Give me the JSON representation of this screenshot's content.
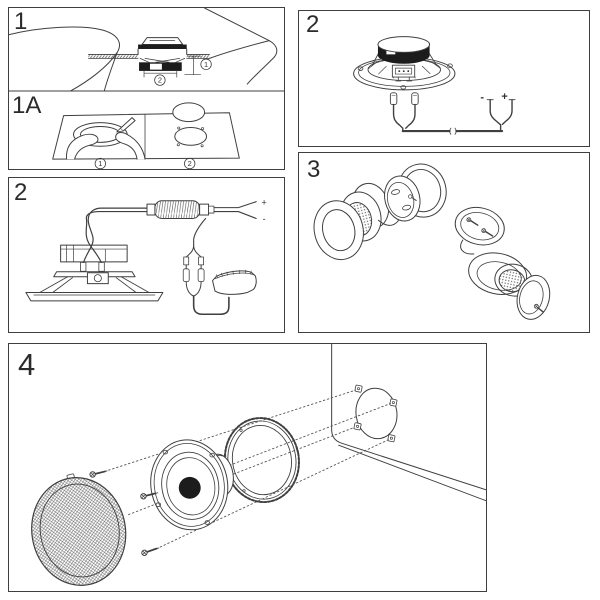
{
  "colors": {
    "line": "#3f3f3f",
    "dark_fill": "#1c1c1c",
    "background": "#ffffff"
  },
  "panels": {
    "step1": {
      "number": "1",
      "callout_depth": "1",
      "callout_width": "2"
    },
    "step1a": {
      "number": "1A",
      "substep_trace": "1",
      "substep_cut": "2"
    },
    "step2_wiring": {
      "number": "2",
      "plus": "+",
      "minus": "-"
    },
    "step2_polarity": {
      "number": "2",
      "minus": "-",
      "plus": "+"
    },
    "step3": {
      "number": "3"
    },
    "step4": {
      "number": "4"
    }
  }
}
